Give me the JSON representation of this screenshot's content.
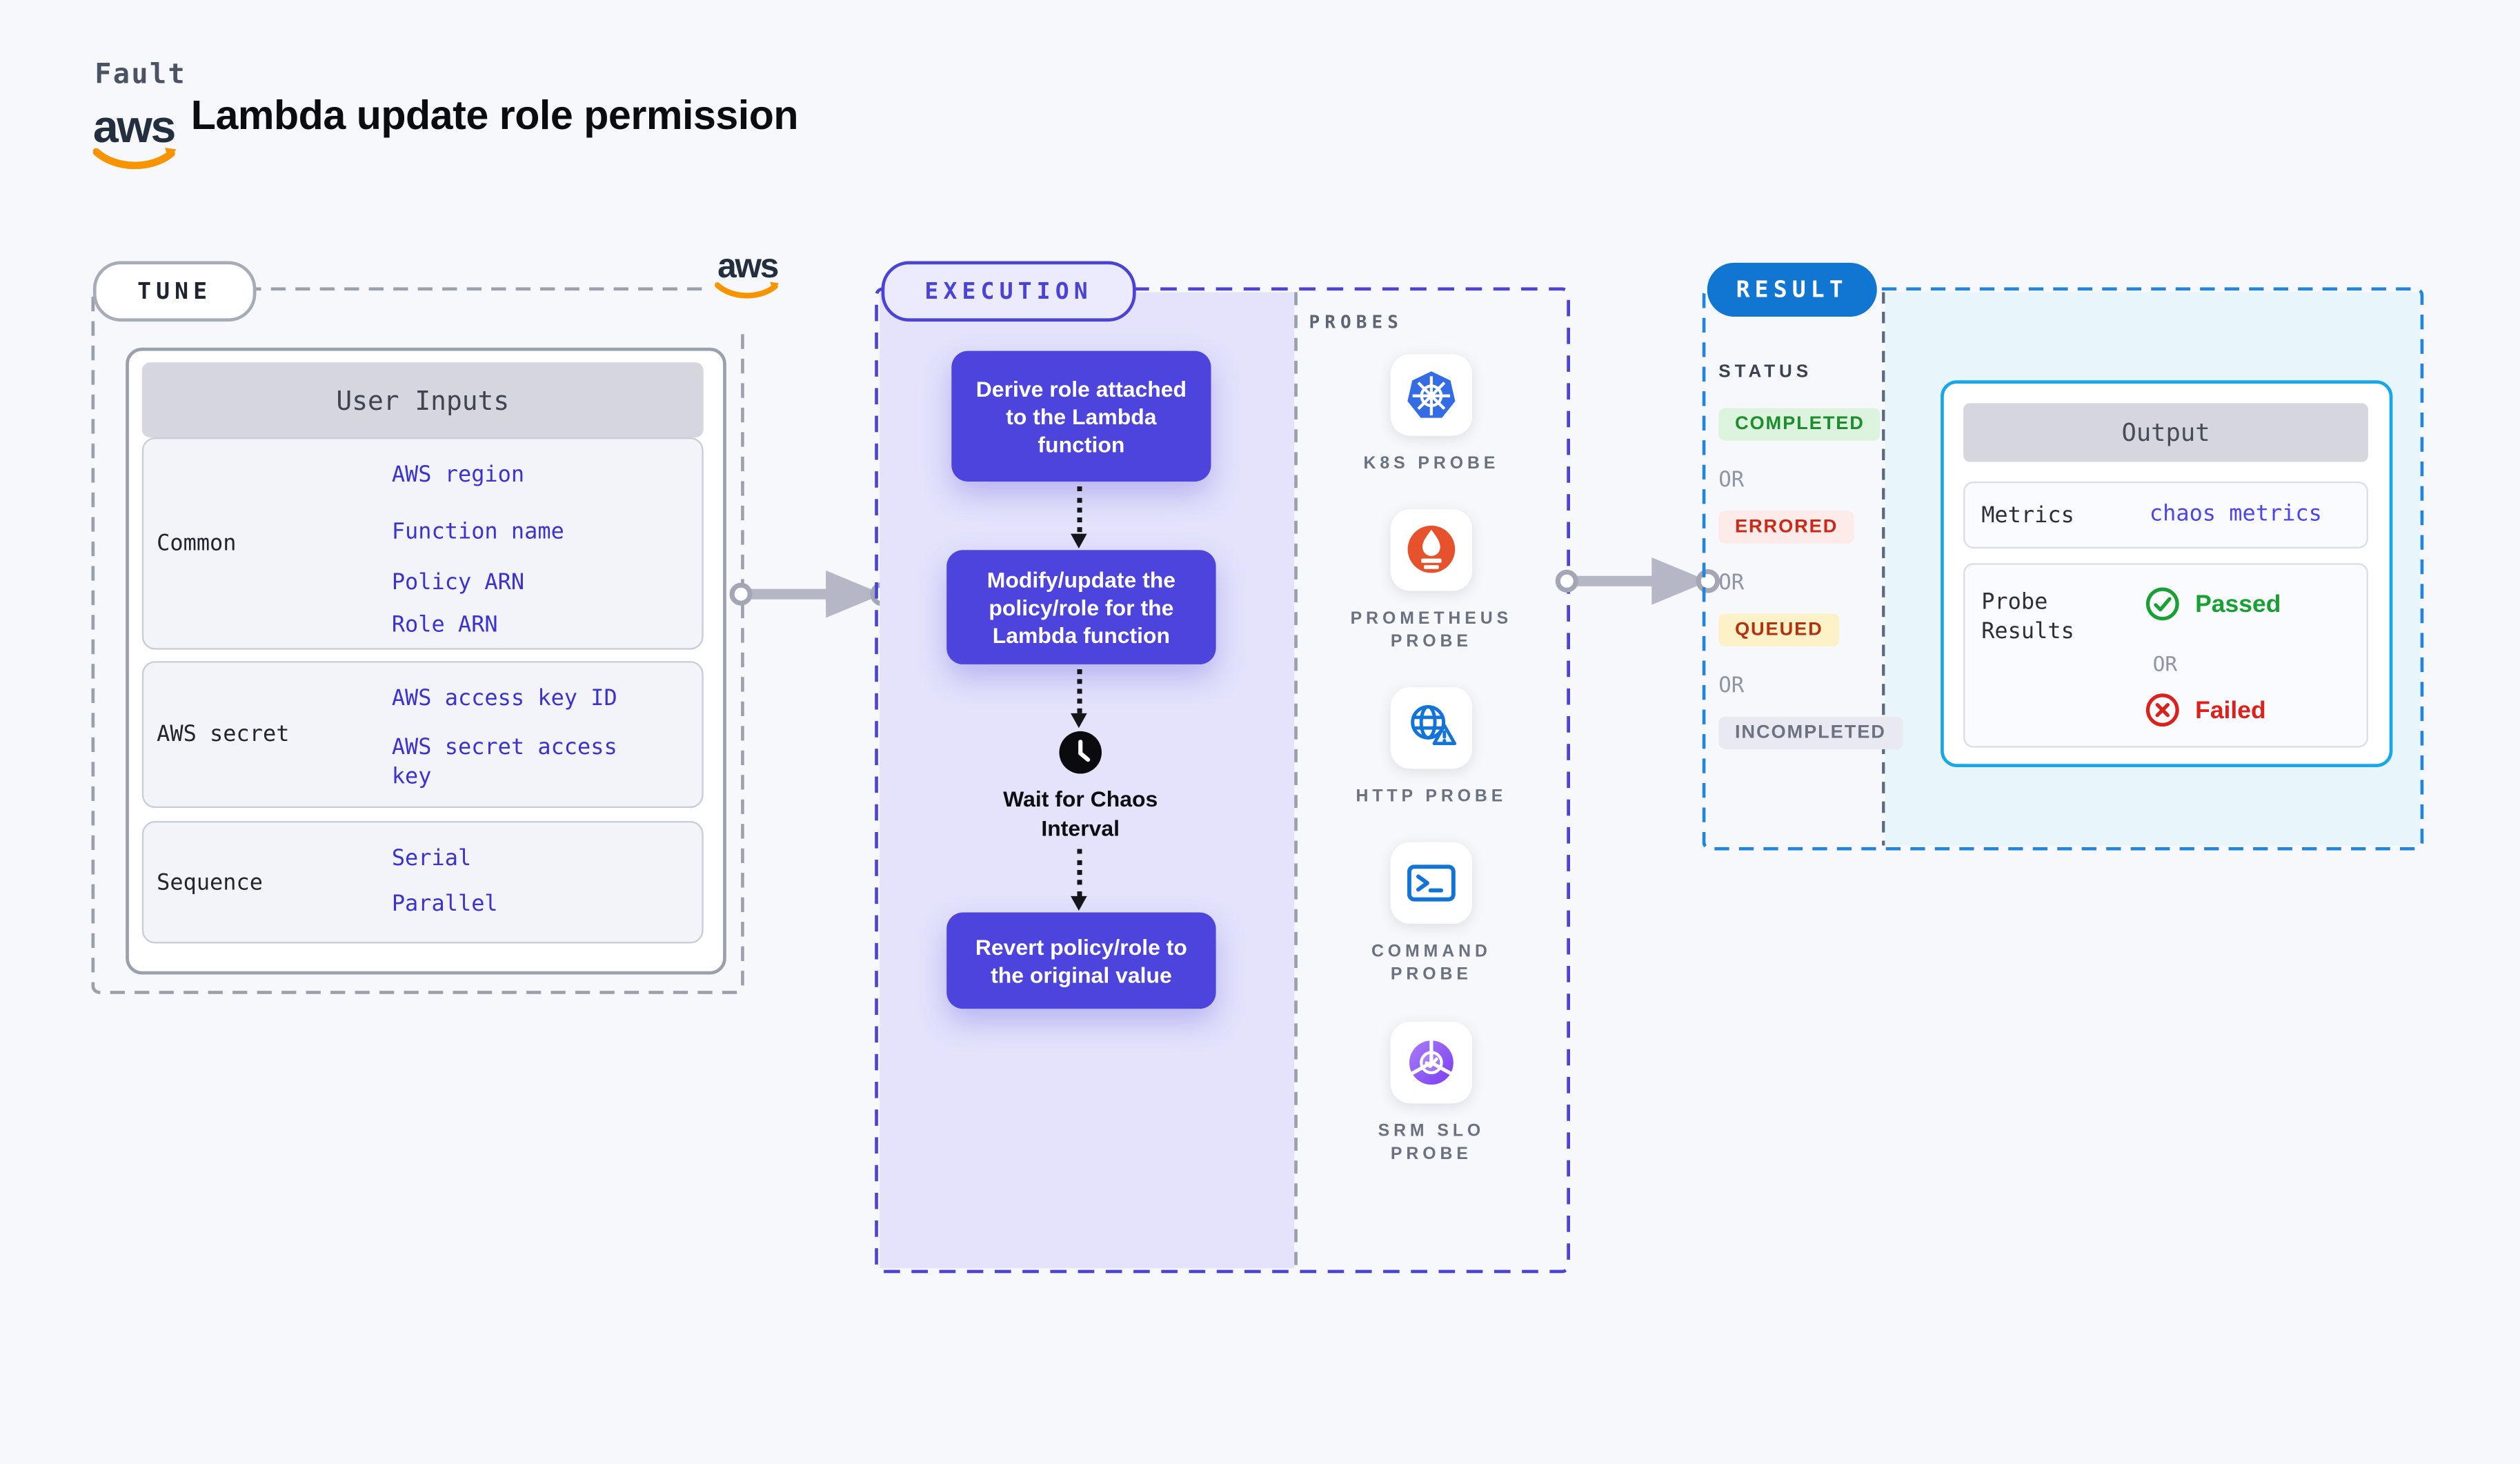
{
  "header": {
    "fault_label": "Fault",
    "title": "Lambda update role permission",
    "aws_logo_text": "aws"
  },
  "tune": {
    "label": "TUNE",
    "table": {
      "title": "User Inputs",
      "rows": [
        {
          "label": "Common",
          "values": [
            "AWS region",
            "Function name",
            "Policy ARN",
            "Role ARN"
          ]
        },
        {
          "label": "AWS secret",
          "values": [
            "AWS access key ID",
            "AWS secret access key"
          ]
        },
        {
          "label": "Sequence",
          "values": [
            "Serial",
            "Parallel"
          ]
        }
      ]
    }
  },
  "execution": {
    "label": "EXECUTION",
    "steps": [
      {
        "text": "Derive role attached to the Lambda function"
      },
      {
        "text": "Modify/update the policy/role for the Lambda function"
      },
      {
        "text": "Wait for Chaos Interval"
      },
      {
        "text": "Revert policy/role to the original value"
      }
    ],
    "probes": {
      "label": "PROBES",
      "items": [
        {
          "label": "K8S PROBE",
          "icon": "kubernetes-icon"
        },
        {
          "label": "PROMETHEUS PROBE",
          "icon": "prometheus-icon"
        },
        {
          "label": "HTTP PROBE",
          "icon": "http-globe-icon"
        },
        {
          "label": "COMMAND PROBE",
          "icon": "terminal-icon"
        },
        {
          "label": "SRM SLO PROBE",
          "icon": "srm-slo-icon"
        }
      ]
    }
  },
  "result": {
    "label": "RESULT",
    "or_label": "OR",
    "status": {
      "label": "STATUS",
      "badges": [
        {
          "label": "COMPLETED"
        },
        {
          "label": "ERRORED"
        },
        {
          "label": "QUEUED"
        },
        {
          "label": "INCOMPLETED"
        }
      ]
    },
    "output": {
      "title": "Output",
      "metrics_label": "Metrics",
      "metrics_value": "chaos metrics",
      "probe_results_label": "Probe Results",
      "passed_label": "Passed",
      "failed_label": "Failed"
    }
  },
  "colors": {
    "accent_indigo": "#4c44dc",
    "indigo_dash": "#4a43d6",
    "result_blue": "#1176d2",
    "result_dash": "#2285dd",
    "output_cyan": "#16a8e8",
    "aws_orange": "#f79400",
    "chaos_pink": "#f0609a",
    "passed_green": "#18a033",
    "failed_red": "#dc201b",
    "link_blue": "#3b33d1",
    "gray_dash": "#9aa1ad"
  }
}
